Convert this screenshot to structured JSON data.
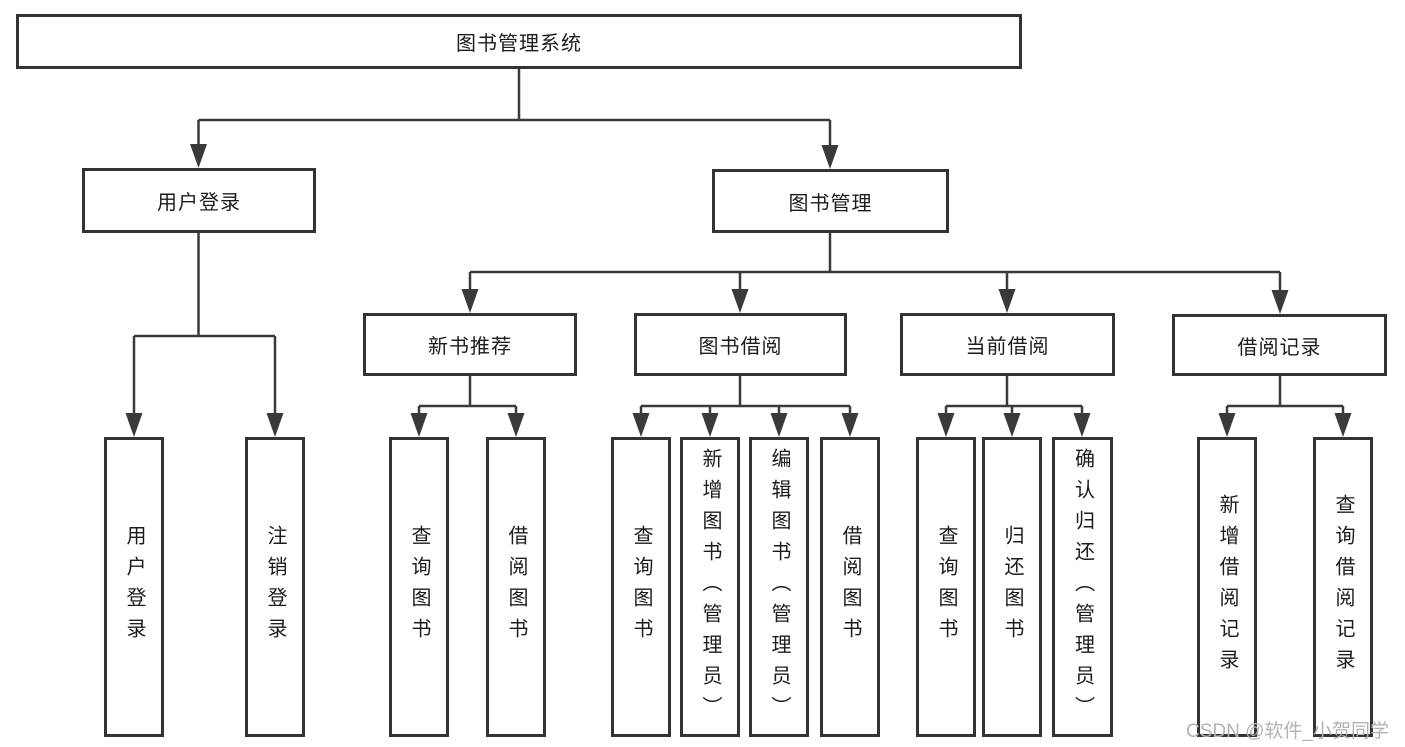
{
  "nodes": {
    "root": "图书管理系统",
    "user_login": "用户登录",
    "book_management": "图书管理",
    "new_book_recommend": "新书推荐",
    "book_borrow": "图书借阅",
    "current_borrow": "当前借阅",
    "borrow_records": "借阅记录"
  },
  "leaves": {
    "user_login": [
      "用户登录",
      "注销登录"
    ],
    "new_book_recommend": [
      "查询图书",
      "借阅图书"
    ],
    "book_borrow": [
      "查询图书",
      "新增图书（管理员）",
      "编辑图书（管理员）",
      "借阅图书"
    ],
    "current_borrow": [
      "查询图书",
      "归还图书",
      "确认归还（管理员）"
    ],
    "borrow_records": [
      "新增借阅记录",
      "查询借阅记录"
    ]
  },
  "watermark": "CSDN @软件_小贺同学",
  "colors": {
    "line": "#3a3a3a",
    "border": "#333333",
    "text": "#1c1c1c",
    "watermark": "#b3b3b3",
    "background": "#ffffff"
  }
}
